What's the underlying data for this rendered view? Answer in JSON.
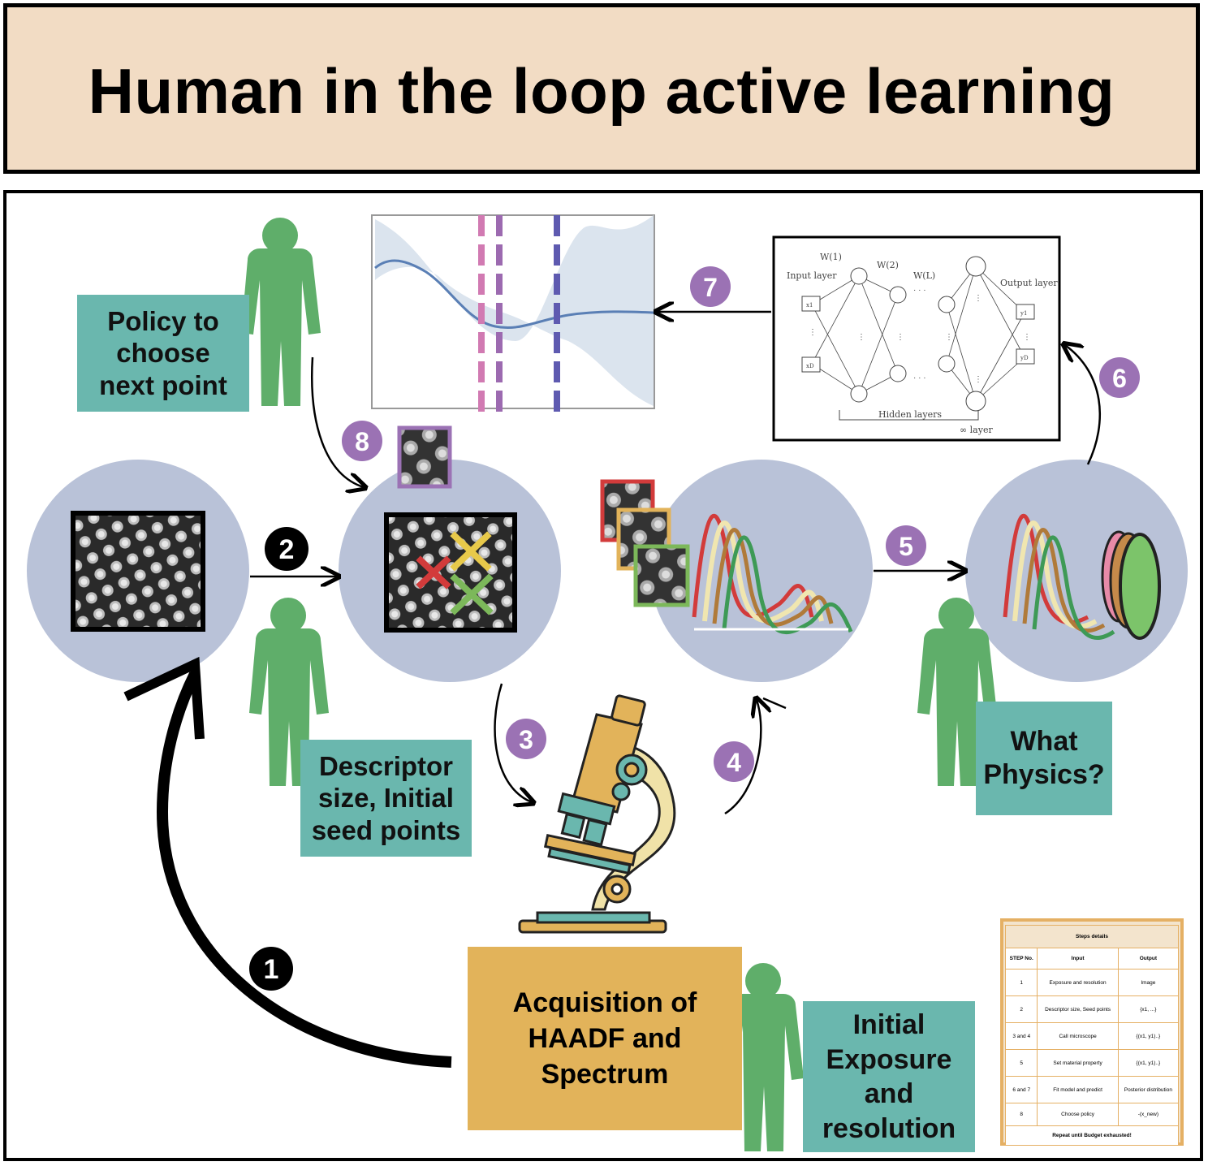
{
  "title": "Human in the loop active learning",
  "labels": {
    "policy": [
      "Policy to",
      "choose",
      "next point"
    ],
    "descriptor": [
      "Descriptor",
      "size, Initial",
      "seed points"
    ],
    "physics": [
      "What",
      "Physics?"
    ],
    "acquisition": [
      "Acquisition of",
      "HAADF and",
      "Spectrum"
    ],
    "initial": [
      "Initial",
      "Exposure",
      "and",
      "resolution"
    ]
  },
  "steps_numbers": [
    "1",
    "2",
    "3",
    "4",
    "5",
    "6",
    "7",
    "8"
  ],
  "nn": {
    "input_layer": "Input layer",
    "output_layer": "Output layer",
    "hidden_layers": "Hidden layers",
    "inf_layer": "∞ layer",
    "w1": "W(1)",
    "w2": "W(2)",
    "wl": "W(L)",
    "x1": "x1",
    "xd": "xD",
    "y1": "y1",
    "yd": "yD"
  },
  "steps_table": {
    "title": "Steps details",
    "headers": [
      "STEP No.",
      "Input",
      "Output"
    ],
    "rows": [
      [
        "1",
        "Exposure and resolution",
        "Image"
      ],
      [
        "2",
        "Descriptor size, Seed points",
        "{x1, ...}"
      ],
      [
        "3 and 4",
        "Call microscope",
        "{(x1, y1)..}"
      ],
      [
        "5",
        "Set material property",
        "{(x1, y1)..}"
      ],
      [
        "6 and 7",
        "Fit model and predict",
        "Posterior distribution"
      ],
      [
        "8",
        "Choose policy",
        "-(x_new)"
      ]
    ],
    "footer": "Repeat until Budget exhausted!"
  },
  "colors": {
    "header_bg": "#f2dcc4",
    "teal": "#6ab7ae",
    "gold": "#e2b35a",
    "person": "#5fae6a",
    "circle": "#b9c2d8",
    "purple": "#9b72b4",
    "red": "#d23b3b",
    "yellow": "#e8c94a",
    "green": "#5aa75a",
    "brown": "#b07a3a"
  }
}
